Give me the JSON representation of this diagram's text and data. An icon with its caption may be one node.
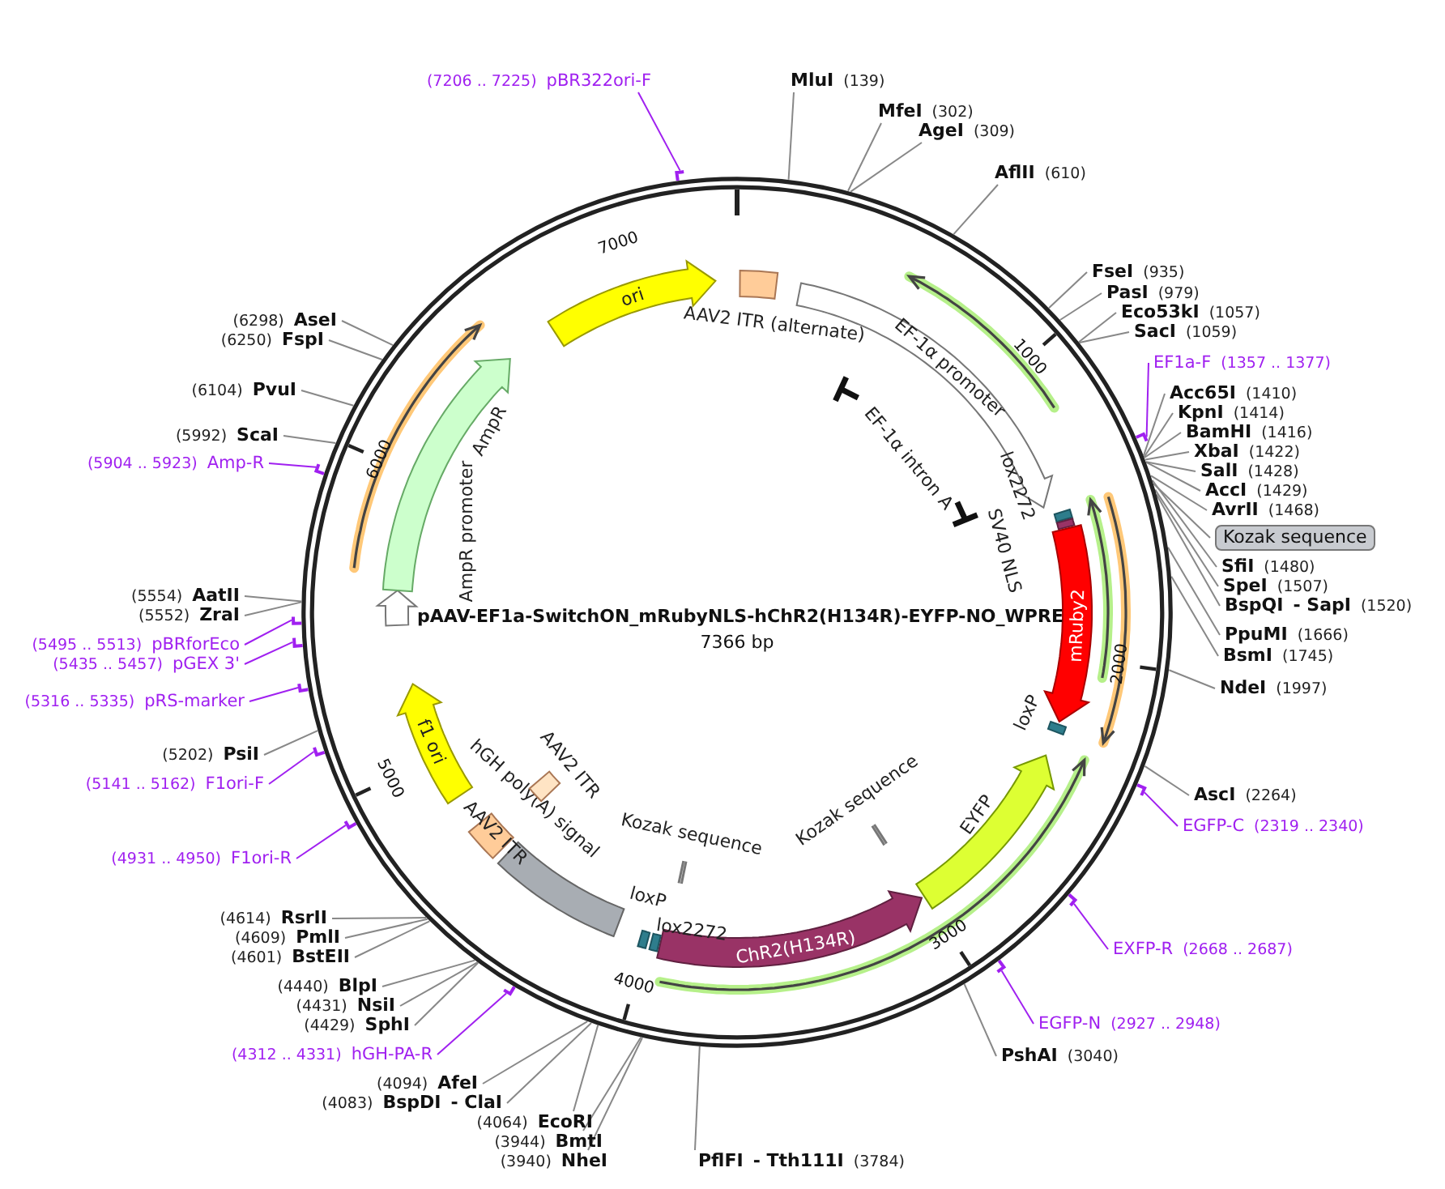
{
  "diagram": {
    "title": "pAAV-EF1a-SwitchON_mRubyNLS-hChR2(H134R)-EYFP-NO_WPRE",
    "nodes": [
      {
        "text": [
          "MluI",
          "(139)"
        ]
      },
      {
        "text": [
          "MfeI",
          "(302)"
        ]
      },
      {
        "text": [
          "AgeI",
          "(309)"
        ]
      },
      {
        "text": [
          "AflII",
          "(610)"
        ]
      },
      {
        "text": [
          "FseI",
          "(935)"
        ]
      },
      {
        "text": [
          "PasI",
          "(979)"
        ]
      },
      {
        "text": [
          "Eco53kI",
          "(1057)"
        ]
      },
      {
        "text": [
          "SacI",
          "(1059)"
        ]
      },
      {
        "text": [
          "EF1a-F",
          "(1357 .. 1377)"
        ]
      },
      {
        "text": [
          "Acc65I",
          "(1410)"
        ]
      },
      {
        "text": [
          "KpnI",
          "(1414)"
        ]
      },
      {
        "text": [
          "BamHI",
          "(1416)"
        ]
      },
      {
        "text": [
          "XbaI",
          "(1422)"
        ]
      },
      {
        "text": [
          "SalI",
          "(1428)"
        ]
      },
      {
        "text": [
          "AccI",
          "(1429)"
        ]
      },
      {
        "text": [
          "AvrII",
          "(1468)"
        ]
      },
      {
        "text": [
          "Kozak sequence"
        ]
      },
      {
        "text": [
          "SfiI",
          "(1480)"
        ]
      },
      {
        "text": [
          "SpeI",
          "(1507)"
        ]
      },
      {
        "text": [
          "BspQI",
          "- SapI",
          "(1520)"
        ]
      },
      {
        "text": [
          "PpuMI",
          "(1666)"
        ]
      },
      {
        "text": [
          "BsmI",
          "(1745)"
        ]
      },
      {
        "text": [
          "NdeI",
          "(1997)"
        ]
      },
      {
        "text": [
          "AscI",
          "(2264)"
        ]
      },
      {
        "text": [
          "EGFP-C",
          "(2319 .. 2340)"
        ]
      },
      {
        "text": [
          "EXFP-R",
          "(2668 .. 2687)"
        ]
      },
      {
        "text": [
          "EGFP-N",
          "(2927 .. 2948)"
        ]
      },
      {
        "text": [
          "PshAI",
          "(3040)"
        ]
      },
      {
        "text": [
          "PflFI",
          "- Tth111I",
          "(3784)"
        ]
      },
      {
        "text": [
          "(3940)",
          "NheI"
        ]
      },
      {
        "text": [
          "(3944)",
          "BmtI"
        ]
      },
      {
        "text": [
          "(4064)",
          "EcoRI"
        ]
      },
      {
        "text": [
          "(4083)",
          "BspDI",
          "- ClaI"
        ]
      },
      {
        "text": [
          "(4094)",
          "AfeI"
        ]
      },
      {
        "text": [
          "(4312 .. 4331)",
          "hGH-PA-R"
        ]
      },
      {
        "text": [
          "(4429)",
          "SphI"
        ]
      },
      {
        "text": [
          "(4431)",
          "NsiI"
        ]
      },
      {
        "text": [
          "(4440)",
          "BlpI"
        ]
      },
      {
        "text": [
          "(4601)",
          "BstEII"
        ]
      },
      {
        "text": [
          "(4609)",
          "PmlI"
        ]
      },
      {
        "text": [
          "(4614)",
          "RsrII"
        ]
      },
      {
        "text": [
          "(4931 .. 4950)",
          "F1ori-R"
        ]
      },
      {
        "text": [
          "(5141 .. 5162)",
          "F1ori-F"
        ]
      },
      {
        "text": [
          "(5202)",
          "PsiI"
        ]
      },
      {
        "text": [
          "(5316 .. 5335)",
          "pRS-marker"
        ]
      },
      {
        "text": [
          "(5435 .. 5457)",
          "pGEX 3'"
        ]
      },
      {
        "text": [
          "(5495 .. 5513)",
          "pBRforEco"
        ]
      },
      {
        "text": [
          "(5552)",
          "ZraI"
        ]
      },
      {
        "text": [
          "(5554)",
          "AatII"
        ]
      },
      {
        "text": [
          "(5904 .. 5923)",
          "Amp-R"
        ]
      },
      {
        "text": [
          "(5992)",
          "ScaI"
        ]
      },
      {
        "text": [
          "(6104)",
          "PvuI"
        ]
      },
      {
        "text": [
          "(6250)",
          "FspI"
        ]
      },
      {
        "text": [
          "(6298)",
          "AseI"
        ]
      },
      {
        "text": [
          "(7206 .. 7225)",
          "pBR322ori-F"
        ]
      },
      {
        "text": [
          "ori"
        ]
      },
      {
        "text": [
          "AAV2 ITR (alternate)"
        ]
      },
      {
        "text": [
          "EF-1α promoter"
        ]
      },
      {
        "text": [
          "EF-1α intron A"
        ]
      },
      {
        "text": [
          "lox2272"
        ]
      },
      {
        "text": [
          "SV40 NLS"
        ]
      },
      {
        "text": [
          "mRuby2"
        ]
      },
      {
        "text": [
          "loxP"
        ]
      },
      {
        "text": [
          "EYFP"
        ]
      },
      {
        "text": [
          "Kozak sequence"
        ]
      },
      {
        "text": [
          "ChR2(H134R)"
        ]
      },
      {
        "text": [
          "lox2272"
        ]
      },
      {
        "text": [
          "loxP"
        ]
      },
      {
        "text": [
          "Kozak sequence"
        ]
      },
      {
        "text": [
          "hGH poly(A) signal"
        ]
      },
      {
        "text": [
          "AAV2 ITR"
        ]
      },
      {
        "text": [
          "AAV2 ITR"
        ]
      },
      {
        "text": [
          "f1 ori"
        ]
      },
      {
        "text": [
          "AmpR promoter"
        ]
      },
      {
        "text": [
          "AmpR"
        ]
      }
    ],
    "edges": [
      {
        "from": 0,
        "to": null,
        "arrow": "none"
      },
      {
        "from": 1,
        "to": null,
        "arrow": "none"
      },
      {
        "from": 2,
        "to": null,
        "arrow": "none"
      },
      {
        "from": 3,
        "to": null,
        "arrow": "none"
      },
      {
        "from": 4,
        "to": null,
        "arrow": "none"
      },
      {
        "from": 5,
        "to": null,
        "arrow": "none"
      },
      {
        "from": 6,
        "to": null,
        "arrow": "none"
      },
      {
        "from": 7,
        "to": null,
        "arrow": "none"
      },
      {
        "from": 8,
        "to": null,
        "arrow": "none",
        "color": "#a020f0"
      },
      {
        "from": 9,
        "to": null,
        "arrow": "none"
      },
      {
        "from": 10,
        "to": null,
        "arrow": "none"
      },
      {
        "from": 11,
        "to": null,
        "arrow": "none"
      },
      {
        "from": 12,
        "to": null,
        "arrow": "none"
      },
      {
        "from": 13,
        "to": null,
        "arrow": "none"
      },
      {
        "from": 14,
        "to": null,
        "arrow": "none"
      },
      {
        "from": 15,
        "to": null,
        "arrow": "none"
      },
      {
        "from": 16,
        "to": null,
        "arrow": "none"
      },
      {
        "from": 17,
        "to": null,
        "arrow": "none"
      },
      {
        "from": 18,
        "to": null,
        "arrow": "none"
      },
      {
        "from": 19,
        "to": null,
        "arrow": "none"
      },
      {
        "from": 20,
        "to": null,
        "arrow": "none"
      },
      {
        "from": 21,
        "to": null,
        "arrow": "none"
      },
      {
        "from": 22,
        "to": null,
        "arrow": "none"
      },
      {
        "from": 23,
        "to": null,
        "arrow": "none"
      },
      {
        "from": 24,
        "to": null,
        "arrow": "none",
        "color": "#a020f0"
      },
      {
        "from": 25,
        "to": null,
        "arrow": "none",
        "color": "#a020f0"
      },
      {
        "from": 26,
        "to": null,
        "arrow": "none",
        "color": "#a020f0"
      },
      {
        "from": 27,
        "to": null,
        "arrow": "none"
      },
      {
        "from": 28,
        "to": null,
        "arrow": "none"
      },
      {
        "from": 29,
        "to": null,
        "arrow": "none"
      },
      {
        "from": 30,
        "to": null,
        "arrow": "none"
      },
      {
        "from": 31,
        "to": null,
        "arrow": "none"
      },
      {
        "from": 32,
        "to": null,
        "arrow": "none"
      },
      {
        "from": 33,
        "to": null,
        "arrow": "none"
      },
      {
        "from": 34,
        "to": null,
        "arrow": "none",
        "color": "#a020f0"
      },
      {
        "from": 35,
        "to": null,
        "arrow": "none"
      },
      {
        "from": 36,
        "to": null,
        "arrow": "none"
      },
      {
        "from": 37,
        "to": null,
        "arrow": "none"
      },
      {
        "from": 38,
        "to": null,
        "arrow": "none"
      },
      {
        "from": 39,
        "to": null,
        "arrow": "none"
      },
      {
        "from": 40,
        "to": null,
        "arrow": "none"
      },
      {
        "from": 41,
        "to": null,
        "arrow": "none",
        "color": "#a020f0"
      },
      {
        "from": 42,
        "to": null,
        "arrow": "none",
        "color": "#a020f0"
      },
      {
        "from": 43,
        "to": null,
        "arrow": "none"
      },
      {
        "from": 44,
        "to": null,
        "arrow": "none",
        "color": "#a020f0"
      },
      {
        "from": 45,
        "to": null,
        "arrow": "none",
        "color": "#a020f0"
      },
      {
        "from": 46,
        "to": null,
        "arrow": "none",
        "color": "#a020f0"
      },
      {
        "from": 47,
        "to": null,
        "arrow": "none"
      },
      {
        "from": 48,
        "to": null,
        "arrow": "none"
      },
      {
        "from": 49,
        "to": null,
        "arrow": "none",
        "color": "#a020f0"
      },
      {
        "from": 50,
        "to": null,
        "arrow": "none"
      },
      {
        "from": 51,
        "to": null,
        "arrow": "none"
      },
      {
        "from": 52,
        "to": null,
        "arrow": "none"
      },
      {
        "from": 53,
        "to": null,
        "arrow": "none"
      },
      {
        "from": 54,
        "to": null,
        "arrow": "none",
        "color": "#a020f0"
      }
    ],
    "labels": [
      "7000",
      "1000",
      "6000",
      "7366 bp",
      "2000",
      "5000",
      "3000",
      "4000"
    ]
  }
}
